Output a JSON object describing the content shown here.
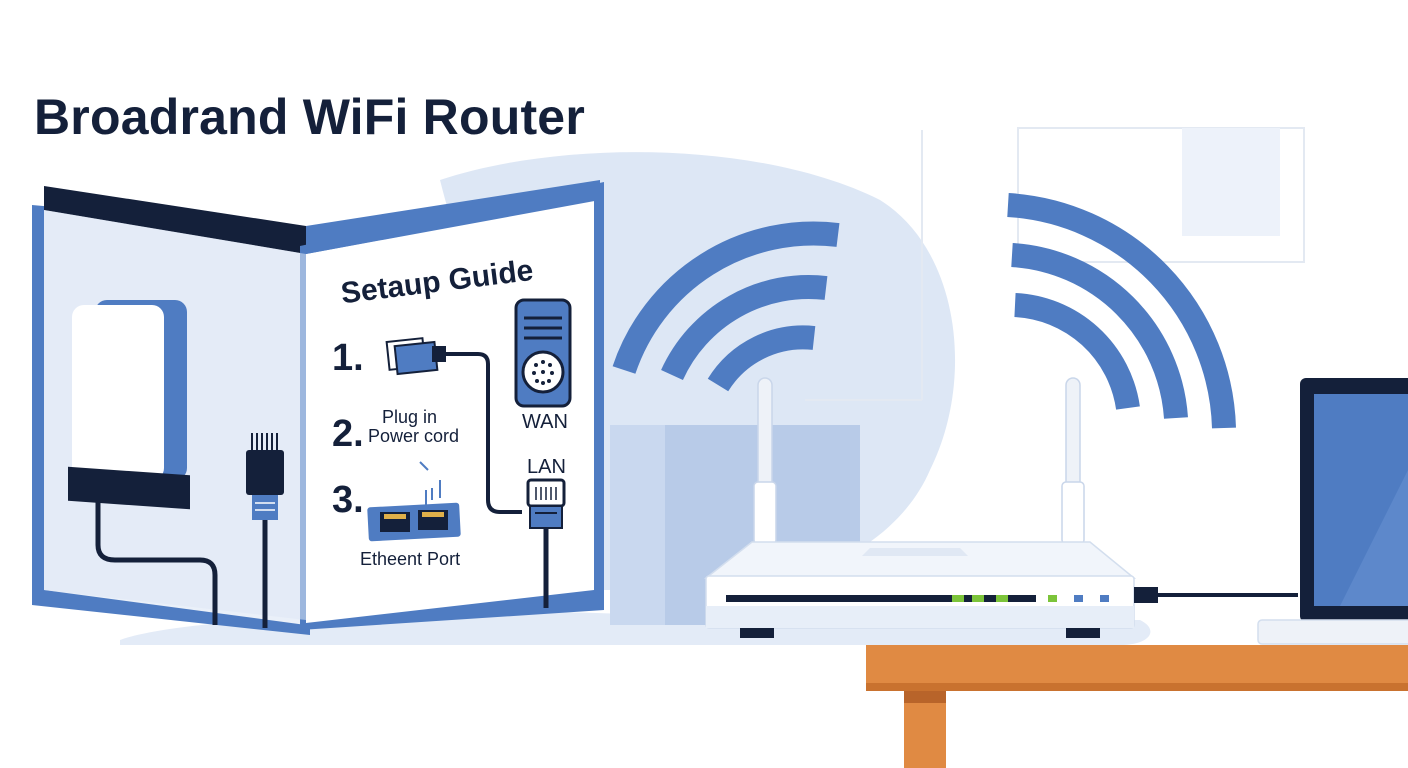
{
  "title": "Broadrand WiFi Router",
  "guide": {
    "heading": "Setaup Guide",
    "step1_number": "1.",
    "step2_number": "2.",
    "step2_line1": "Plug in",
    "step2_line2": "Power cord",
    "step3_number": "3.",
    "port_caption": "Etheent Port",
    "wan_label": "WAN",
    "lan_label": "LAN"
  },
  "colors": {
    "navy": "#14203a",
    "blue": "#4f7cc2",
    "pale_blue": "#dbe6f5",
    "table_orange": "#e08a43",
    "led_green": "#7cc43a"
  },
  "icons": [
    "power-adapter-icon",
    "ethernet-plug-icon",
    "wan-modem-icon",
    "lan-plug-icon",
    "wifi-signal-icon",
    "router-icon",
    "laptop-icon"
  ]
}
